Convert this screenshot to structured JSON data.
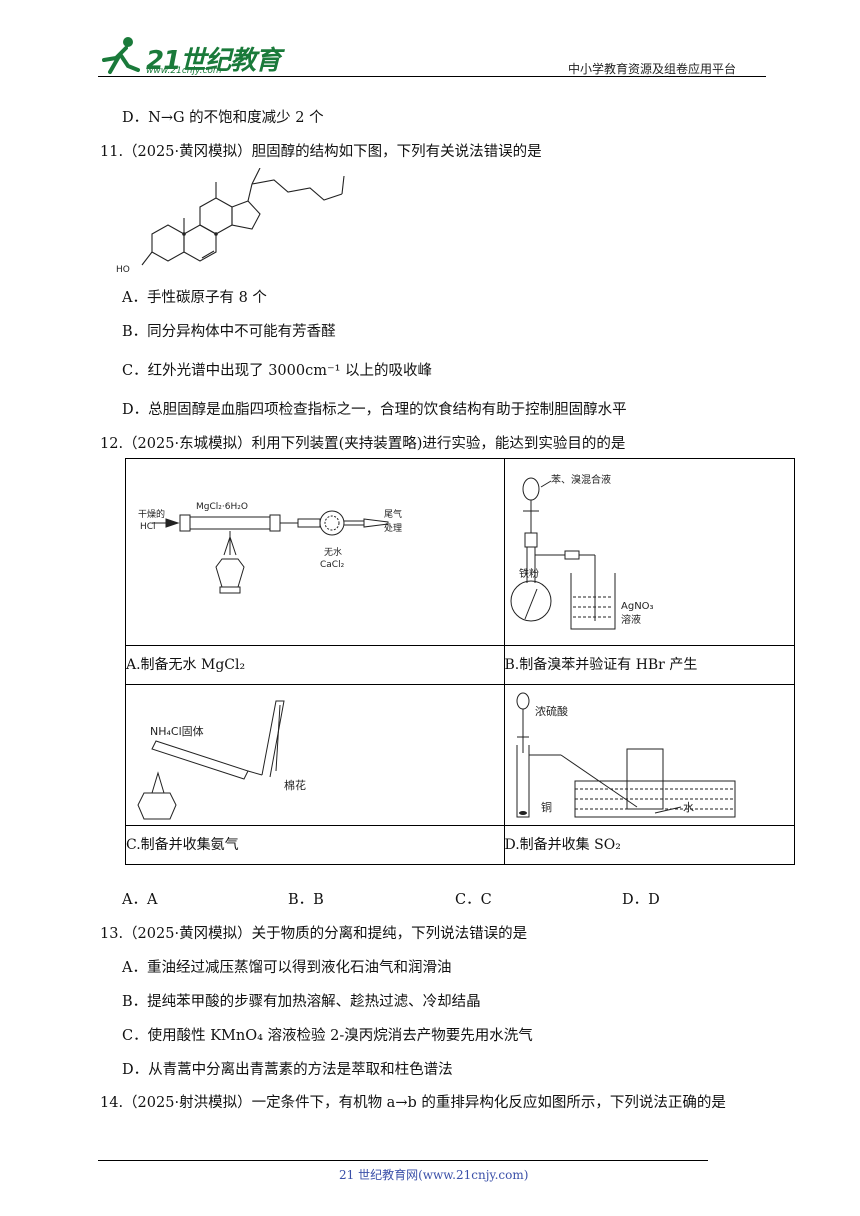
{
  "header": {
    "logo_main": "21世纪教育",
    "logo_url": "www.21cnjy.com",
    "platform": "中小学教育资源及组卷应用平台"
  },
  "lines": {
    "q10_d": "D．N→G 的不饱和度减少 2 个",
    "q11": "11.（2025·黄冈模拟）胆固醇的结构如下图，下列有关说法错误的是",
    "q11_a": "A．手性碳原子有 8 个",
    "q11_b": "B．同分异构体中不可能有芳香醛",
    "q11_c": "C．红外光谱中出现了 3000cm⁻¹ 以上的吸收峰",
    "q11_d": "D．总胆固醇是血脂四项检查指标之一，合理的饮食结构有助于控制胆固醇水平",
    "q12": "12.（2025·东城模拟）利用下列装置(夹持装置略)进行实验，能达到实验目的的是",
    "q12_opts": [
      "A．A",
      "B．B",
      "C．C",
      "D．D"
    ],
    "q13": "13.（2025·黄冈模拟）关于物质的分离和提纯，下列说法错误的是",
    "q13_a": "A．重油经过减压蒸馏可以得到液化石油气和润滑油",
    "q13_b": "B．提纯苯甲酸的步骤有加热溶解、趁热过滤、冷却结晶",
    "q13_c": "C．使用酸性 KMnO₄ 溶液检验 2-溴丙烷消去产物要先用水洗气",
    "q13_d": "D．从青蒿中分离出青蒿素的方法是萃取和柱色谱法",
    "q14": "14.（2025·射洪模拟）一定条件下，有机物 a→b 的重排异构化反应如图所示，下列说法正确的是"
  },
  "structure": {
    "ho_label": "HO"
  },
  "table": {
    "cell_a": {
      "caption": "A.制备无水 MgCl₂",
      "labels": {
        "dry_hcl_1": "干燥的",
        "dry_hcl_2": "HCl",
        "salt": "MgCl₂·6H₂O",
        "cacl2_1": "无水",
        "cacl2_2": "CaCl₂",
        "tail_1": "尾气",
        "tail_2": "处理"
      }
    },
    "cell_b": {
      "caption": "B.制备溴苯并验证有 HBr 产生",
      "labels": {
        "mix": "苯、溴混合液",
        "iron": "铁粉",
        "agno3": "AgNO₃",
        "sol": "溶液"
      }
    },
    "cell_c": {
      "caption": "C.制备并收集氨气",
      "labels": {
        "nh4cl": "NH₄Cl固体",
        "cotton": "棉花"
      }
    },
    "cell_d": {
      "caption": "D.制备并收集 SO₂",
      "labels": {
        "acid": "浓硫酸",
        "copper": "铜",
        "water": "水"
      }
    }
  },
  "footer": {
    "text": "21 世纪教育网(www.21cnjy.com)"
  }
}
